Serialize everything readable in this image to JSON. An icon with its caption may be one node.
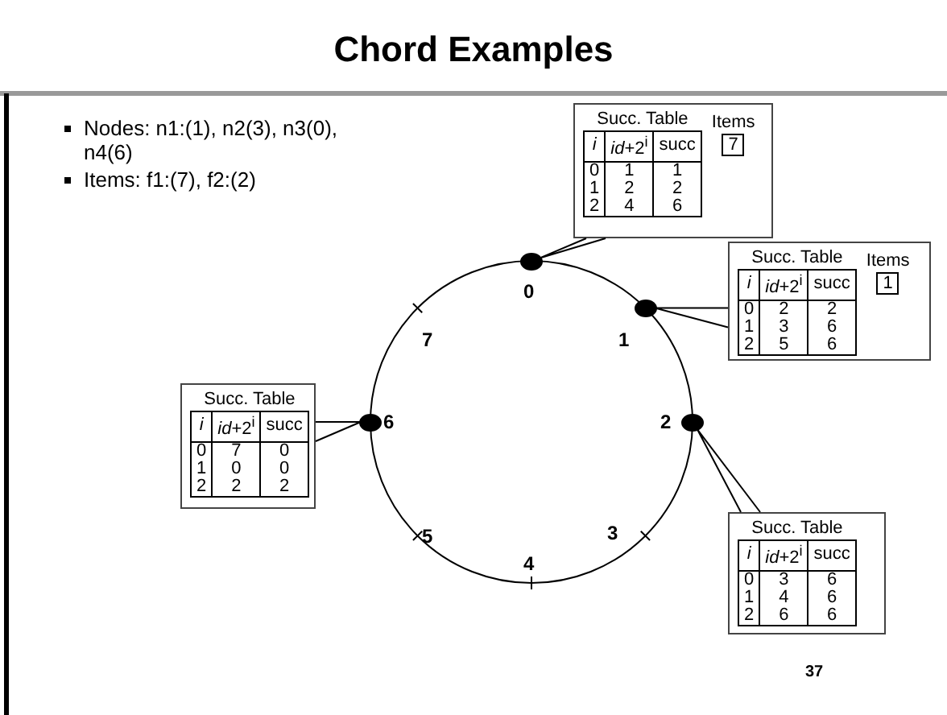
{
  "diagram": {
    "title": "Chord Examples",
    "nodes": [
      {
        "text": [
          "Succ. Table",
          "i",
          "*id*+2$^{i}$",
          "succ",
          "0",
          "1",
          "1",
          "1",
          "2",
          "2",
          "2",
          "4",
          "6",
          "Items",
          "7"
        ]
      },
      {
        "text": [],
        "shape": "circle"
      },
      {
        "text": [
          "Succ. Table",
          "i",
          "*id*+2$^{i}$",
          "succ",
          "0",
          "2",
          "2",
          "1",
          "3",
          "6",
          "2",
          "5",
          "6",
          "Items",
          "1"
        ]
      },
      {
        "text": [],
        "shape": "circle"
      },
      {
        "text": [
          "Succ. Table",
          "i",
          "*id*+2$^{i}$",
          "succ",
          "0",
          "7",
          "0",
          "1",
          "0",
          "0",
          "2",
          "2",
          "2"
        ]
      },
      {
        "text": [],
        "shape": "circle"
      },
      {
        "text": [],
        "shape": "circle"
      },
      {
        "text": [
          "Succ. Table",
          "i",
          "*id*+2$^{i}$",
          "succ",
          "0",
          "3",
          "6",
          "1",
          "4",
          "6",
          "2",
          "6",
          "6"
        ]
      }
    ],
    "edges": [
      {
        "from": 0,
        "to": 1,
        "arrow": "none"
      },
      {
        "from": 2,
        "to": 3,
        "arrow": "none"
      },
      {
        "from": 4,
        "to": 5,
        "arrow": "none"
      },
      {
        "from": 7,
        "to": 6,
        "arrow": "none"
      }
    ],
    "labels": [
      "Nodes: n1:(1), n2(3), n3(0), n4(6)",
      "Items: f1:(7), f2:(2)",
      "0",
      "7",
      "1",
      "6",
      "2",
      "5",
      "3",
      "4",
      "37"
    ]
  }
}
